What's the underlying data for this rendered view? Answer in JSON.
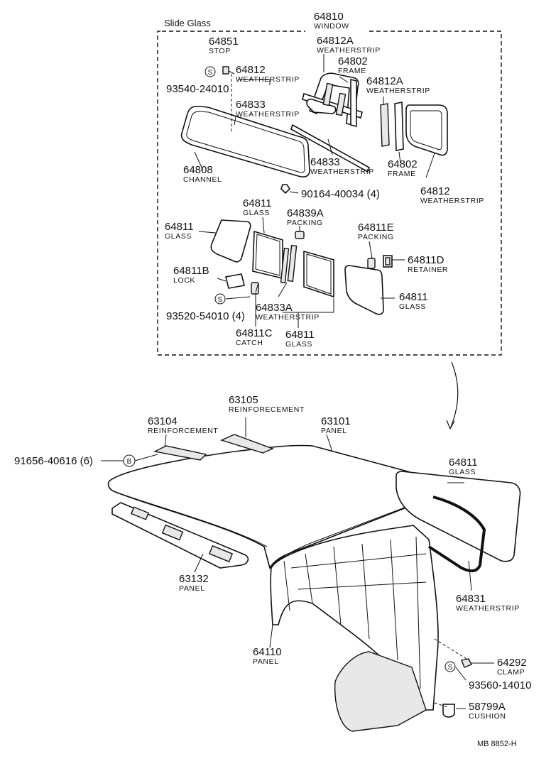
{
  "title": "Slide Glass",
  "footer_code": "MB 8852-H",
  "symbol_s": "S",
  "symbol_b": "B",
  "parts": [
    {
      "key": "p64810",
      "number": "64810",
      "name": "WINDOW"
    },
    {
      "key": "p64851",
      "number": "64851",
      "name": "STOP"
    },
    {
      "key": "p64812a_top",
      "number": "64812A",
      "name": "WEATHERSTRIP"
    },
    {
      "key": "p64802_top",
      "number": "64802",
      "name": "FRAME"
    },
    {
      "key": "p64812_left",
      "number": "64812",
      "name": "WEATHERSTRIP"
    },
    {
      "key": "p93540",
      "number": "93540-24010",
      "name": ""
    },
    {
      "key": "p64812a_right",
      "number": "64812A",
      "name": "WEATHERSTRIP"
    },
    {
      "key": "p64833_top",
      "number": "64833",
      "name": "WEATHERSTRIP"
    },
    {
      "key": "p64833_mid",
      "number": "64833",
      "name": "WEATHERSTRIP"
    },
    {
      "key": "p64802_right",
      "number": "64802",
      "name": "FRAME"
    },
    {
      "key": "p64808",
      "number": "64808",
      "name": "CHANNEL"
    },
    {
      "key": "p90164",
      "number": "90164-40034 (4)",
      "name": ""
    },
    {
      "key": "p64812_right",
      "number": "64812",
      "name": "WEATHERSTRIP"
    },
    {
      "key": "p64811_mid",
      "number": "64811",
      "name": "GLASS"
    },
    {
      "key": "p64839a",
      "number": "64839A",
      "name": "PACKING"
    },
    {
      "key": "p64811_left",
      "number": "64811",
      "name": "GLASS"
    },
    {
      "key": "p64811e",
      "number": "64811E",
      "name": "PACKING"
    },
    {
      "key": "p64811d",
      "number": "64811D",
      "name": "RETAINER"
    },
    {
      "key": "p64811b",
      "number": "64811B",
      "name": "LOCK"
    },
    {
      "key": "p64811_right",
      "number": "64811",
      "name": "GLASS"
    },
    {
      "key": "p64833a",
      "number": "64833A",
      "name": "WEATHERSTRIP"
    },
    {
      "key": "p93520",
      "number": "93520-54010 (4)",
      "name": ""
    },
    {
      "key": "p64811c",
      "number": "64811C",
      "name": "CATCH"
    },
    {
      "key": "p64811_bottom",
      "number": "64811",
      "name": "GLASS"
    },
    {
      "key": "p63105",
      "number": "63105",
      "name": "REINFORECEMENT"
    },
    {
      "key": "p63104",
      "number": "63104",
      "name": "REINFORCEMENT"
    },
    {
      "key": "p63101",
      "number": "63101",
      "name": "PANEL"
    },
    {
      "key": "p91656",
      "number": "91656-40616 (6)",
      "name": ""
    },
    {
      "key": "p64811_lower",
      "number": "64811",
      "name": "GLASS"
    },
    {
      "key": "p63132",
      "number": "63132",
      "name": "PANEL"
    },
    {
      "key": "p64831",
      "number": "64831",
      "name": "WEATHERSTRIP"
    },
    {
      "key": "p64110",
      "number": "64110",
      "name": "PANEL"
    },
    {
      "key": "p64292",
      "number": "64292",
      "name": "CLAMP"
    },
    {
      "key": "p93560",
      "number": "93560-14010",
      "name": ""
    },
    {
      "key": "p58799a",
      "number": "58799A",
      "name": "CUSHION"
    }
  ]
}
